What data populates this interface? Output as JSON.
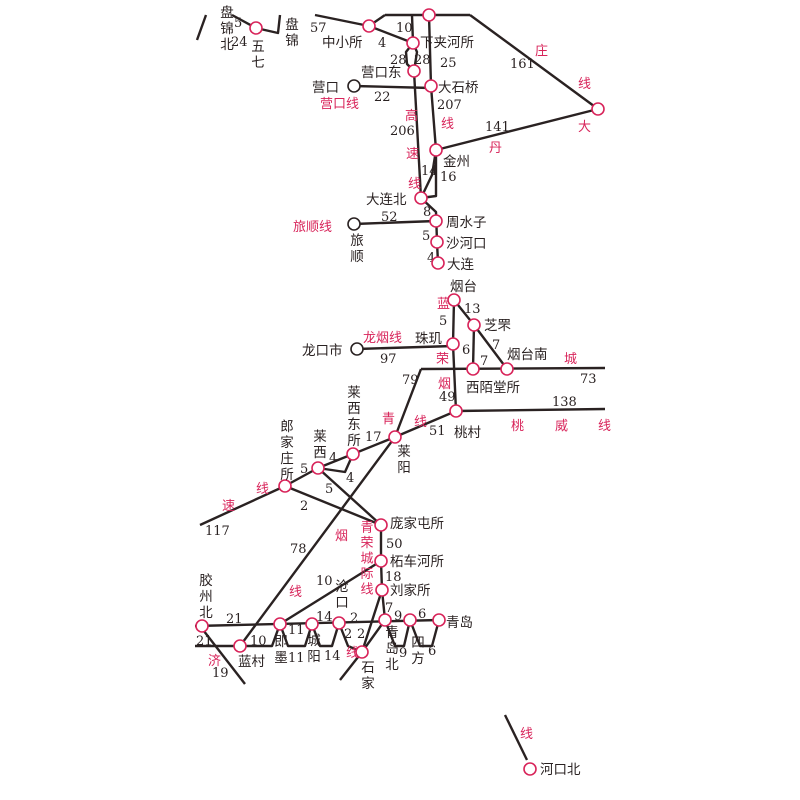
{
  "colors": {
    "track": "#2a2222",
    "station_ring": "#d8245a",
    "line_label": "#d8245a"
  },
  "stations": {
    "panjinbei": "盘锦北",
    "wuqi": "五七",
    "panjin": "盘锦",
    "zhongxiaosuo": "中小所",
    "xiajiahesuo": "下夹河所",
    "yingkoudong": "营口东",
    "yingkou": "营口",
    "dashiqiao": "大石桥",
    "jinzhou": "金州",
    "dalianbei": "大连北",
    "zhoushuizi": "周水子",
    "lvshun": "旅顺",
    "shahekou": "沙河口",
    "dalian": "大连",
    "yantai": "烟台",
    "zhifu": "芝罘",
    "zhuji": "珠玑",
    "longkoushi": "龙口市",
    "yantainan": "烟台南",
    "ximotangsuo": "西陌堂所",
    "taocun": "桃村",
    "laiyang": "莱阳",
    "laixidongsuo": "莱西东所",
    "laixi": "莱西",
    "langjiazhuangsuo": "郎家庄所",
    "pangjiatunsuo": "庞家屯所",
    "zhechehesuo": "柘车河所",
    "liujiasuo": "刘家所",
    "jiaozhoubei": "胶州北",
    "lancun": "蓝村",
    "jimo": "即墨",
    "chengyang": "城阳",
    "cangkou": "沧口",
    "qingdaobei": "青岛北",
    "sifang": "四方",
    "qingdao": "青岛",
    "shijia": "石家",
    "hekoubei": "河口北"
  },
  "line_labels": [
    "营口线",
    "高",
    "速",
    "线",
    "线",
    "丹",
    "大",
    "庄",
    "线",
    "旅顺线",
    "蓝",
    "龙烟线",
    "荣",
    "烟",
    "城",
    "桃",
    "威",
    "线",
    "青",
    "线",
    "速",
    "线",
    "烟",
    "线",
    "青荣城际线",
    "济",
    "线",
    "线"
  ],
  "distances": [
    "57",
    "4",
    "10",
    "28",
    "28",
    "25",
    "22",
    "206",
    "207",
    "14",
    "16",
    "141",
    "161",
    "8",
    "52",
    "5",
    "4",
    "24",
    "5",
    "13",
    "5",
    "97",
    "6",
    "7",
    "7",
    "79",
    "49",
    "73",
    "138",
    "51",
    "17",
    "4",
    "4",
    "5",
    "5",
    "2",
    "117",
    "50",
    "18",
    "78",
    "10",
    "21",
    "10",
    "11",
    "11",
    "14",
    "14",
    "2",
    "2",
    "2",
    "7",
    "9",
    "6",
    "9",
    "6",
    "21",
    "19"
  ]
}
